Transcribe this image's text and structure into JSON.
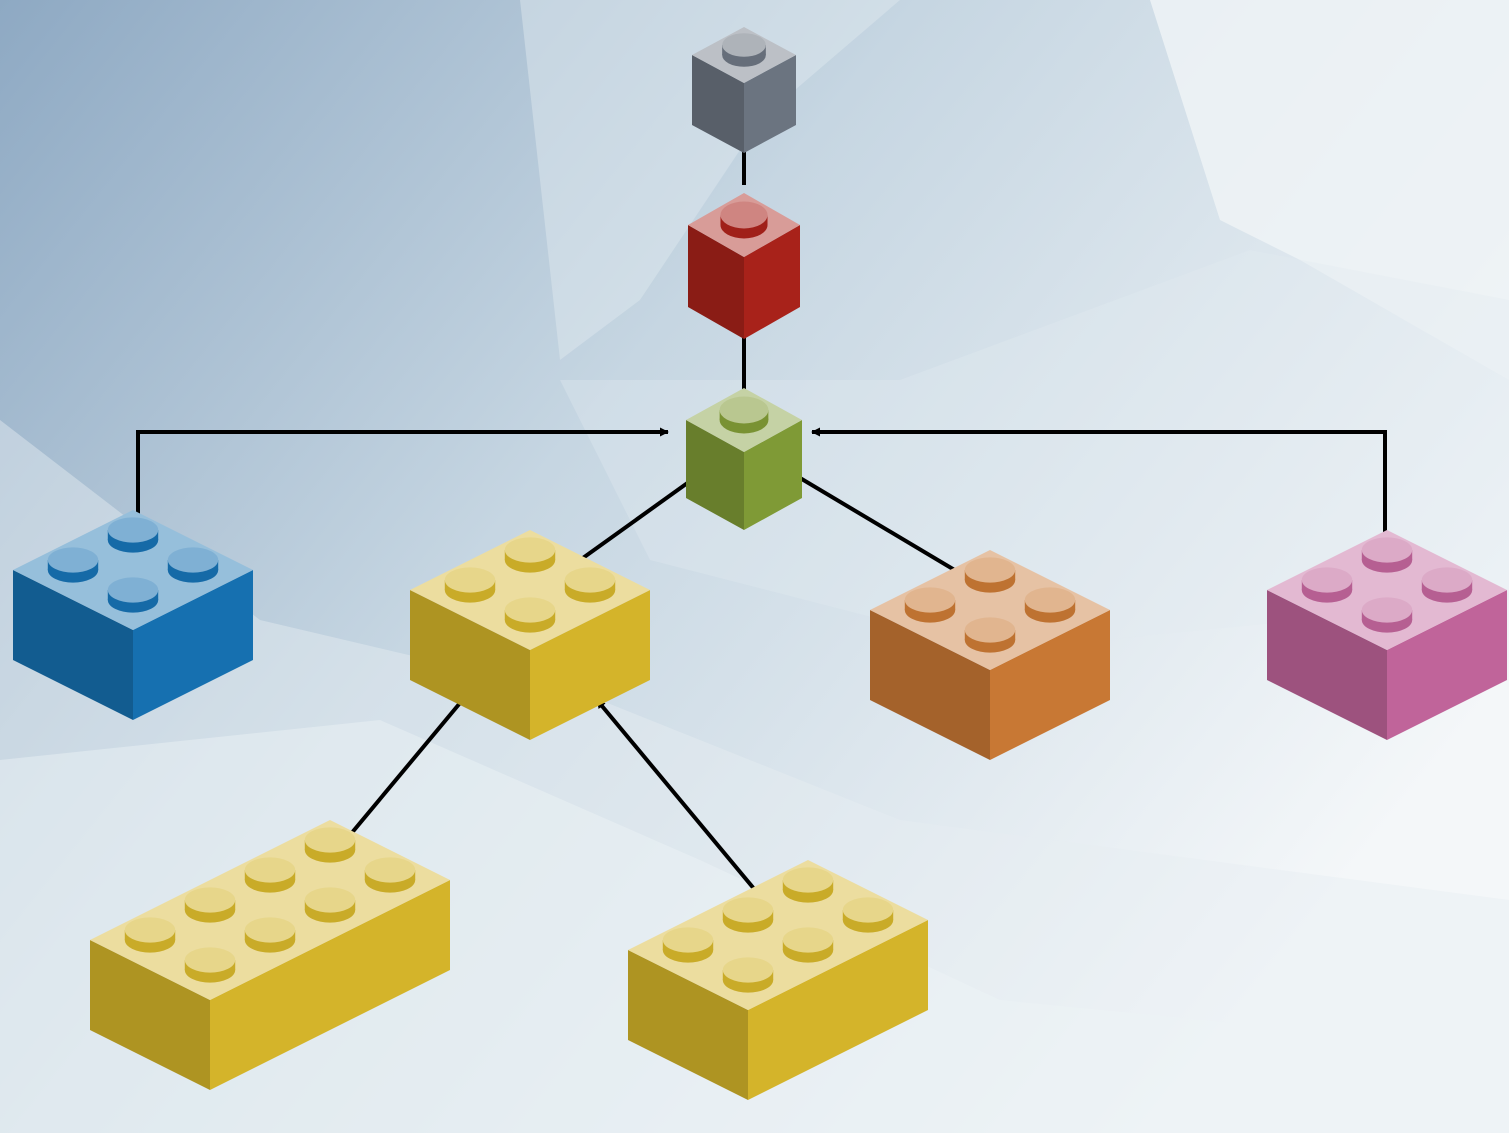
{
  "diagram": {
    "type": "dependency-tree-of-bricks",
    "colors": {
      "background_light": "#eef3f6",
      "background_dark": "#94aec6",
      "arrow": "#000000"
    },
    "bricks": [
      {
        "id": "top-gray",
        "studs": "1x1",
        "color": "#6b7480"
      },
      {
        "id": "red",
        "studs": "1x1",
        "color": "#a8221a"
      },
      {
        "id": "green",
        "studs": "1x1",
        "color": "#7f9a36"
      },
      {
        "id": "blue",
        "studs": "2x2",
        "color": "#1670b0"
      },
      {
        "id": "yellow-middle",
        "studs": "2x2",
        "color": "#d4b42a"
      },
      {
        "id": "orange",
        "studs": "2x2",
        "color": "#c87834"
      },
      {
        "id": "pink",
        "studs": "2x2",
        "color": "#c0649a"
      },
      {
        "id": "yellow-left-2x4",
        "studs": "2x4",
        "color": "#d4b42a"
      },
      {
        "id": "yellow-right-2x3",
        "studs": "2x3",
        "color": "#d4b42a"
      }
    ],
    "arrows": [
      {
        "from": "red",
        "to": "top-gray"
      },
      {
        "from": "green",
        "to": "red"
      },
      {
        "from": "blue",
        "to": "green"
      },
      {
        "from": "pink",
        "to": "green"
      },
      {
        "from": "yellow-middle",
        "to": "green"
      },
      {
        "from": "orange",
        "to": "green"
      },
      {
        "from": "yellow-left-2x4",
        "to": "yellow-middle"
      },
      {
        "from": "yellow-right-2x3",
        "to": "yellow-middle"
      }
    ]
  }
}
